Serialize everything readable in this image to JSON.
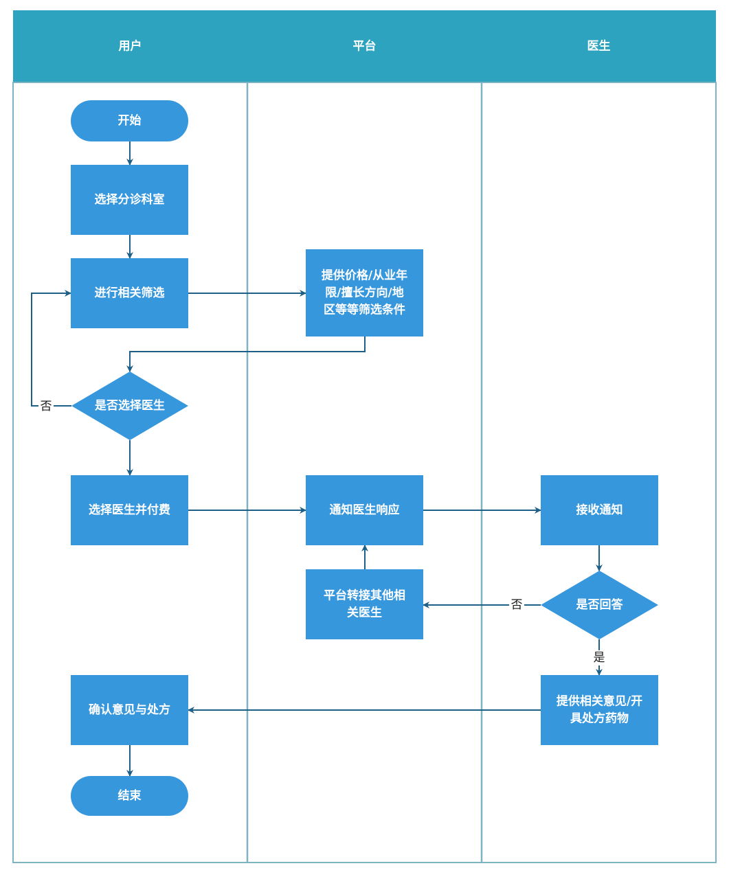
{
  "colors": {
    "header": "#2ea3bf",
    "border": "#7fb3c4",
    "node": "#3797dd",
    "edge": "#1d5f86"
  },
  "lanes": [
    {
      "id": "user",
      "title": "用户"
    },
    {
      "id": "platform",
      "title": "平台"
    },
    {
      "id": "doctor",
      "title": "医生"
    }
  ],
  "nodes": [
    {
      "id": "start",
      "shape": "terminator",
      "lines": [
        "开始"
      ]
    },
    {
      "id": "select_dept",
      "shape": "process",
      "lines": [
        "选择分诊科室"
      ]
    },
    {
      "id": "filter",
      "shape": "process",
      "lines": [
        "进行相关筛选"
      ]
    },
    {
      "id": "provide_conditions",
      "shape": "process",
      "lines": [
        "提供价格/从业年",
        "限/擅长方向/地",
        "区等等筛选条件"
      ]
    },
    {
      "id": "choose_doctor_q",
      "shape": "decision",
      "lines": [
        "是否选择医生"
      ]
    },
    {
      "id": "select_pay",
      "shape": "process",
      "lines": [
        "选择医生并付费"
      ]
    },
    {
      "id": "notify",
      "shape": "process",
      "lines": [
        "通知医生响应"
      ]
    },
    {
      "id": "receive",
      "shape": "process",
      "lines": [
        "接收通知"
      ]
    },
    {
      "id": "transfer",
      "shape": "process",
      "lines": [
        "平台转接其他相",
        "关医生"
      ]
    },
    {
      "id": "answer_q",
      "shape": "decision",
      "lines": [
        "是否回答"
      ]
    },
    {
      "id": "advice",
      "shape": "process",
      "lines": [
        "提供相关意见/开",
        "具处方药物"
      ]
    },
    {
      "id": "confirm",
      "shape": "process",
      "lines": [
        "确认意见与处方"
      ]
    },
    {
      "id": "end",
      "shape": "terminator",
      "lines": [
        "结束"
      ]
    }
  ],
  "edges": [
    {
      "from": "start",
      "to": "select_dept",
      "label": ""
    },
    {
      "from": "select_dept",
      "to": "filter",
      "label": ""
    },
    {
      "from": "filter",
      "to": "provide_conditions",
      "label": ""
    },
    {
      "from": "provide_conditions",
      "to": "choose_doctor_q",
      "label": ""
    },
    {
      "from": "choose_doctor_q",
      "to": "filter",
      "label": "否"
    },
    {
      "from": "choose_doctor_q",
      "to": "select_pay",
      "label": ""
    },
    {
      "from": "select_pay",
      "to": "notify",
      "label": ""
    },
    {
      "from": "notify",
      "to": "receive",
      "label": ""
    },
    {
      "from": "receive",
      "to": "answer_q",
      "label": ""
    },
    {
      "from": "answer_q",
      "to": "transfer",
      "label": "否"
    },
    {
      "from": "transfer",
      "to": "notify",
      "label": ""
    },
    {
      "from": "answer_q",
      "to": "advice",
      "label": "是"
    },
    {
      "from": "advice",
      "to": "confirm",
      "label": ""
    },
    {
      "from": "confirm",
      "to": "end",
      "label": ""
    }
  ]
}
